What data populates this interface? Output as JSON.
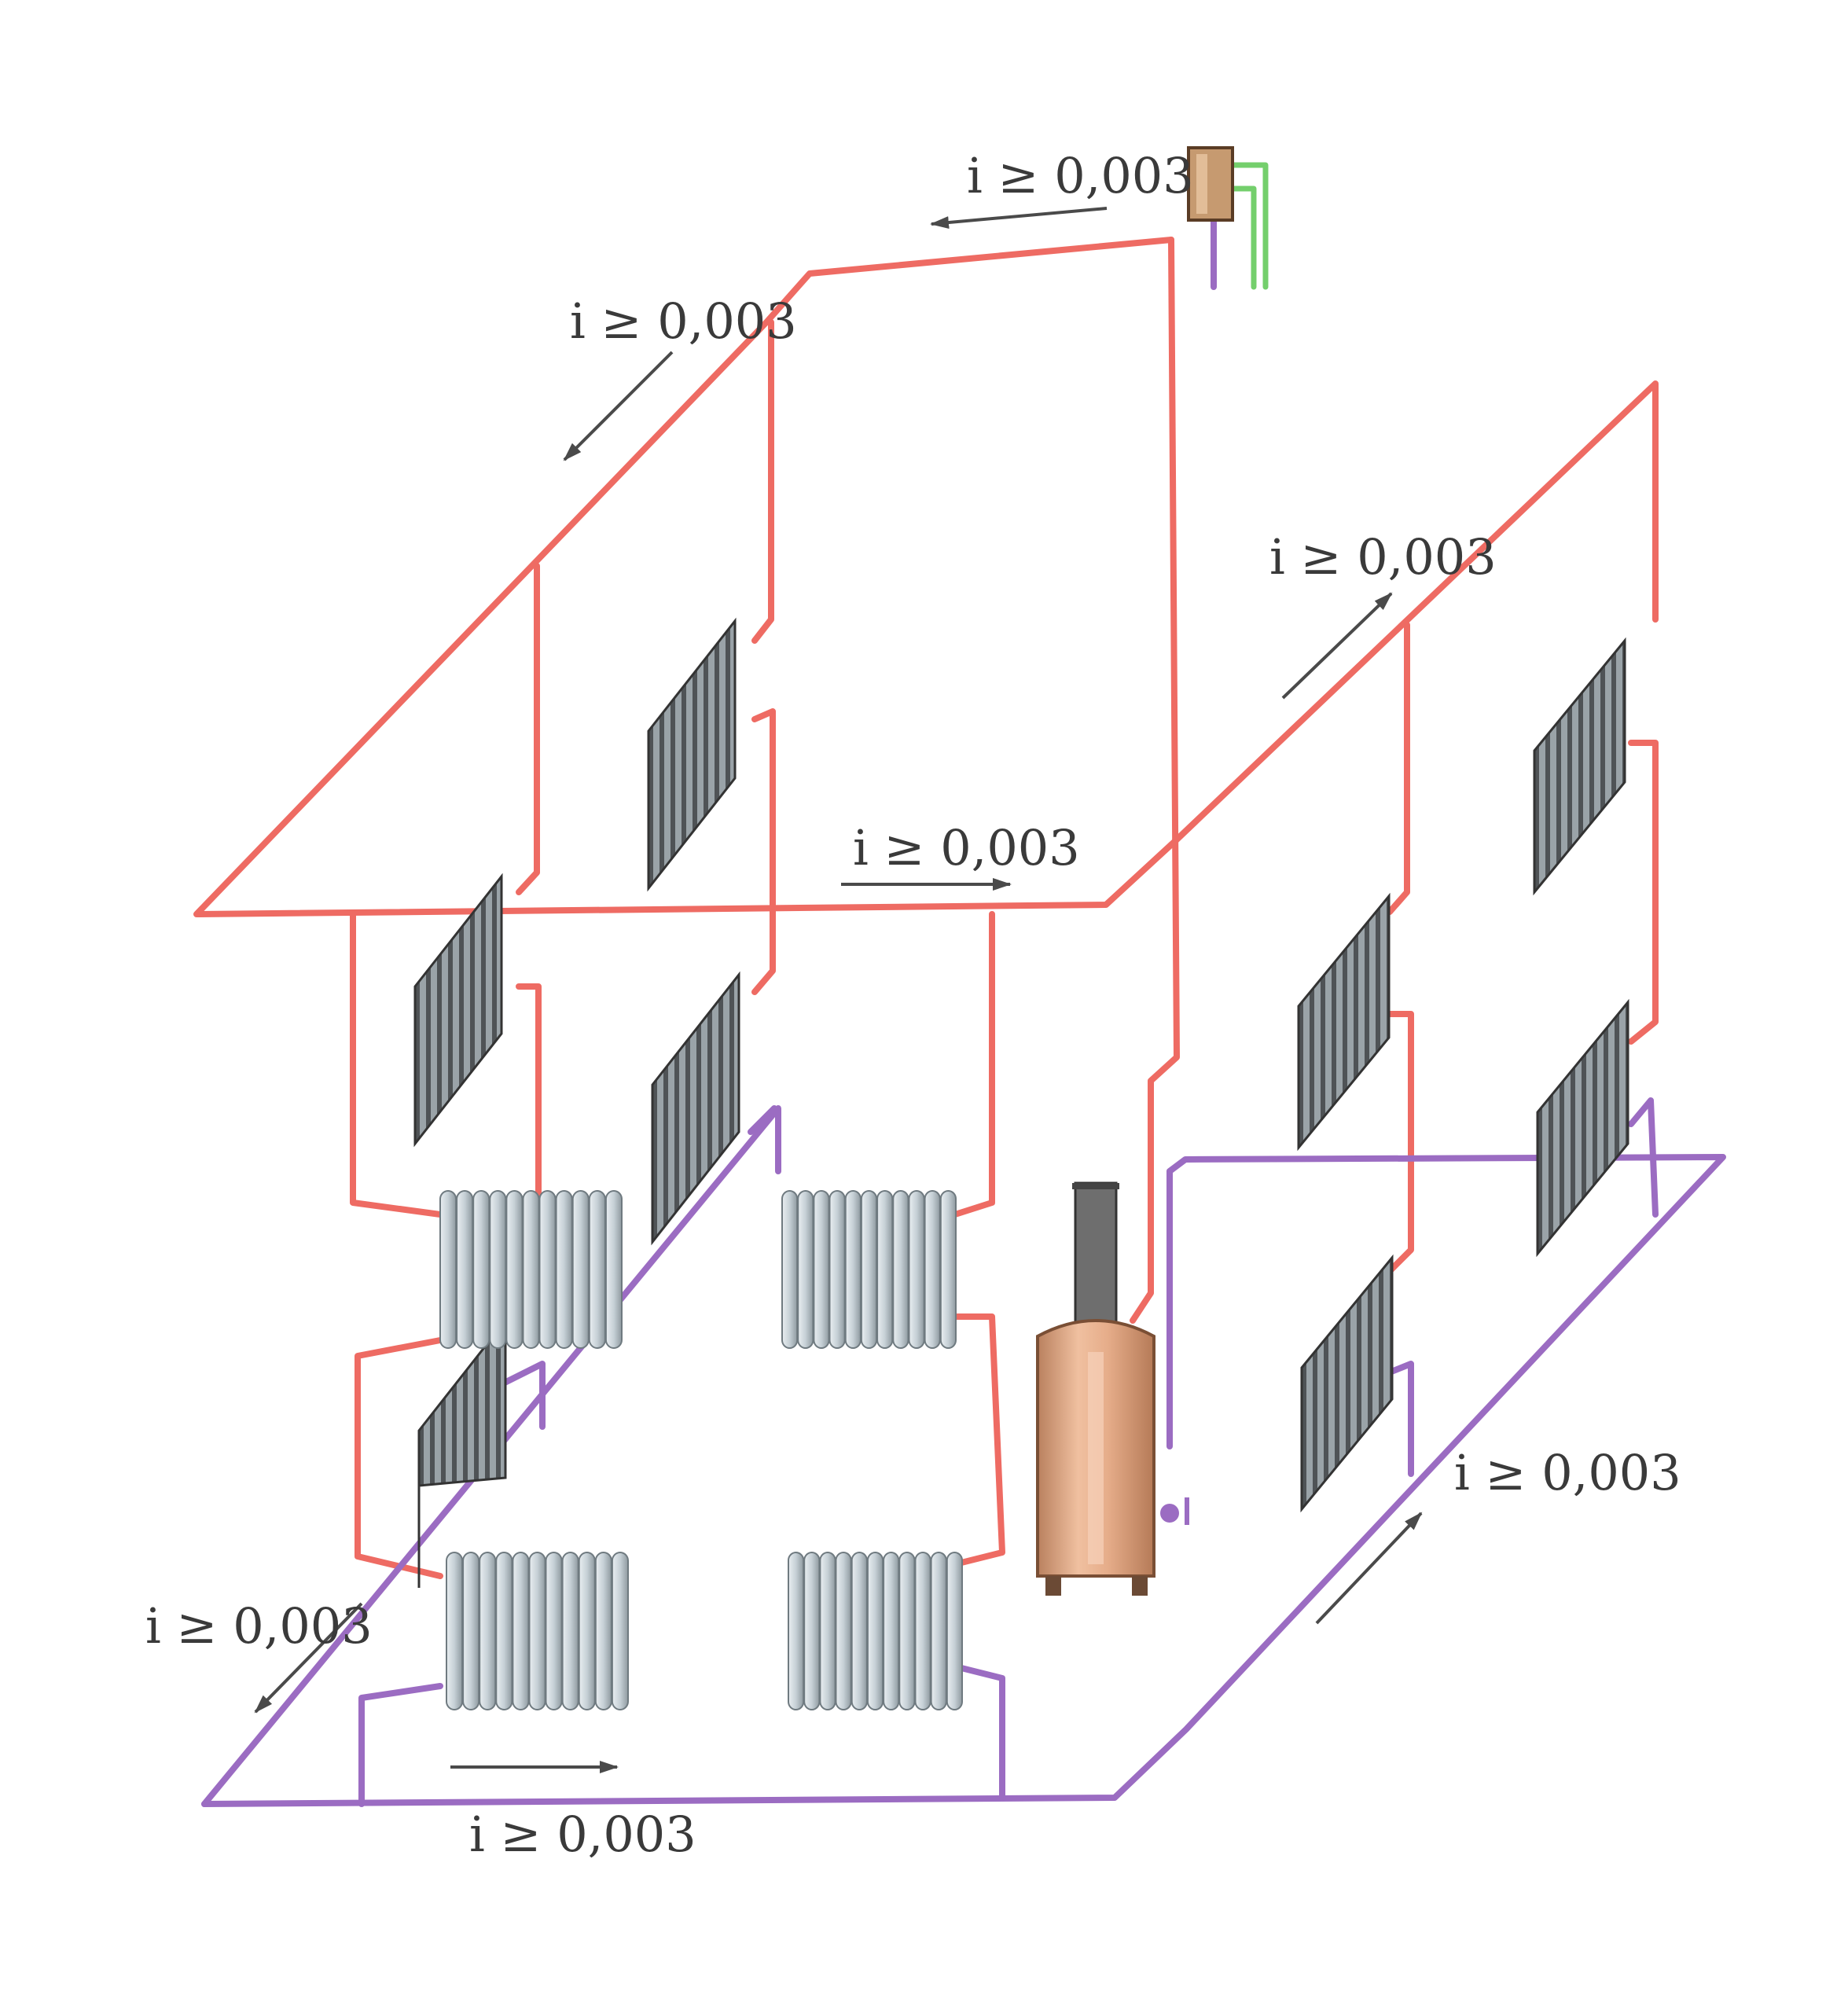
{
  "colors": {
    "background": "#ffffff",
    "supply_pipe": "#ee6b63",
    "return_pipe": "#9b6cc2",
    "cold_water_pipe": "#74cf6c",
    "arrow": "#4a4a4a",
    "radiator_dark": "#5d6163",
    "radiator_light": "#c9d2d7",
    "boiler": "#d9a07a",
    "expansion_tank": "#c69a70"
  },
  "slope_labels": [
    {
      "id": "top-supply",
      "text": "i ≥ 0,003"
    },
    {
      "id": "left-supply",
      "text": "i ≥ 0,003"
    },
    {
      "id": "right-supply",
      "text": "i ≥ 0,003"
    },
    {
      "id": "front-supply",
      "text": "i ≥ 0,003"
    },
    {
      "id": "right-return",
      "text": "i ≥ 0,003"
    },
    {
      "id": "left-return",
      "text": "i ≥ 0,003"
    },
    {
      "id": "front-return",
      "text": "i ≥ 0,003"
    }
  ],
  "components": {
    "expansion_tank": "expansion-tank",
    "boiler": "boiler",
    "chimney": "chimney",
    "drain_valve": "drain-valve-icon",
    "radiators_side_count": 8,
    "radiators_front_count": 4
  }
}
